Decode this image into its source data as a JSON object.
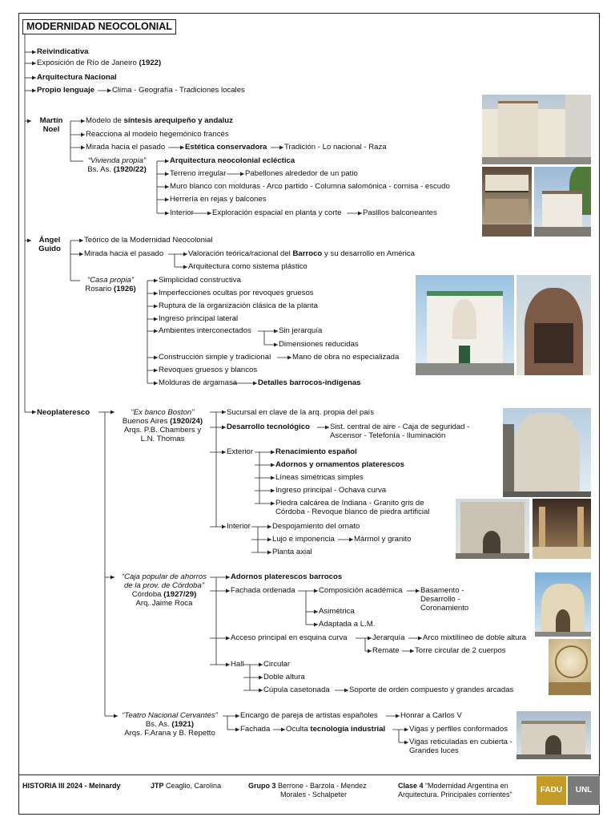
{
  "title": "MODERNIDAD NEOCOLONIAL",
  "intro": {
    "reivindicativa": "Reivindicativa",
    "expo": "Exposición de Río de Janeiro",
    "expo_year": "(1922)",
    "arq_nacional": "Arquitectura Nacional",
    "lenguaje": "Propio lenguaje",
    "lenguaje_items": "Clima - Geografía - Tradiciones locales"
  },
  "noel": {
    "name_1": "Martín",
    "name_2": "Noel",
    "modelo_pre": "Modelo de",
    "modelo_bold": "síntesis arequipeño y andaluz",
    "reacciona": "Reacciona al modelo hegemónico francés",
    "mirada": "Mirada hacia el pasado",
    "estetica": "Estética conservadora",
    "tradicion": "Tradición - Lo nacional - Raza",
    "vivienda": "“Vivienda propia”",
    "vivienda_place": "Bs. As.",
    "vivienda_year": "(1920/22)",
    "arq_eclectica": "Arquitectura neocolonial ecléctica",
    "terreno": "Terreno irregular",
    "pabellones": "Pabellones alrededor de un patio",
    "muro": "Muro blanco con molduras - Arco partido - Columna salomónica - cornisa - escudo",
    "herreria": "Herrería en rejas y balcones",
    "interior": "Interior",
    "exploracion": "Exploración espacial en planta y corte",
    "pasillos": "Pasillos balconeantes"
  },
  "guido": {
    "name_1": "Ángel",
    "name_2": "Guido",
    "teorico": "Teórico de la Modernidad Neocolonial",
    "mirada": "Mirada hacia el pasado",
    "valoracion_pre": "Valoración teórica/racional del",
    "valoracion_bold": "Barroco",
    "valoracion_post": "y su desarrollo en América",
    "sistema": "Arquitectura como sistema plástico",
    "casa": "“Casa propia”",
    "casa_place": "Rosario",
    "casa_year": "(1926)",
    "simplicidad": "Simplicidad constructiva",
    "imperfecciones": "Imperfecciones ocultas por revoques gruesos",
    "ruptura": "Ruptura de la organización clásica de la planta",
    "ingreso": "Ingreso principal lateral",
    "ambientes": "Ambientes interconectados",
    "sin_jerarquia": "Sin jerarquía",
    "dimensiones": "Dimensiones reducidas",
    "construccion": "Construcción simple y tradicional",
    "mano_obra": "Mano de obra no especializada",
    "revoques": "Revoques gruesos y blancos",
    "molduras": "Molduras de argamasa",
    "detalles": "Detalles barrocos-indígenas"
  },
  "neo": {
    "label": "Neoplateresco",
    "boston": {
      "name": "“Ex banco Boston”",
      "place": "Buenos Aires",
      "year": "(1920/24)",
      "arqs_1": "Arqs. P.B. Chambers y",
      "arqs_2": "L.N. Thomas",
      "sucursal": "Sucursal en clave de la arq. propia del país",
      "desarrollo": "Desarrollo tecnológico",
      "sist_1": "Sist. central de aire - Caja de seguridad -",
      "sist_2": "Ascensor - Telefonía - Iluminación",
      "exterior": "Exterior",
      "renacimiento": "Renacimiento español",
      "adornos": "Adornos y ornamentos platerescos",
      "lineas": "Líneas simétricas simples",
      "ingreso": "Ingreso principal - Ochava curva",
      "piedra_1": "Piedra calcárea de Indiana - Granito gris de",
      "piedra_2": "Córdoba - Revoque blanco de piedra artificial",
      "interior": "Interior",
      "despojamiento": "Despojamiento del ornato",
      "lujo": "Lujo e imponencia",
      "marmol": "Mármol y granito",
      "planta": "Planta axial"
    },
    "caja": {
      "name_1": "“Caja popular de ahorros",
      "name_2": "de la prov. de Córdoba”",
      "place": "Córdoba",
      "year": "(1927/29)",
      "arq": "Arq. Jaime Roca",
      "adornos": "Adornos platerescos barrocos",
      "fachada": "Fachada ordenada",
      "composicion": "Composición académica",
      "basamento_1": "Basamento -",
      "basamento_2": "Desarrollo -",
      "basamento_3": "Coronamiento",
      "asimetrica": "Asimétrica",
      "adaptada": "Adaptada a L.M.",
      "acceso": "Acceso principal en esquina curva",
      "jerarquia": "Jerarquía",
      "arco": "Arco mixtilíneo de doble altura",
      "remate": "Remate",
      "torre": "Torre circular de 2 cuerpos",
      "hall": "Hall",
      "circular": "Circular",
      "doble": "Doble altura",
      "cupula": "Cúpula casetonada",
      "soporte": "Soporte de orden compuesto y grandes arcadas"
    },
    "teatro": {
      "name": "“Teatro Nacional Cervantes”",
      "place": "Bs. As.",
      "year": "(1921)",
      "arqs": "Arqs. F.Arana y B. Repetto",
      "encargo": "Encargo de pareja de artistas españoles",
      "honrar": "Honrar a Carlos V",
      "fachada": "Fachada",
      "oculta_pre": "Oculta",
      "oculta_bold": "tecnología industrial",
      "vigas": "Vigas y perfiles conformados",
      "reticuladas_1": "Vigas reticuladas en cubierta -",
      "reticuladas_2": "Grandes luces"
    }
  },
  "footer": {
    "course": "HISTORIA III 2024 - Meinardy",
    "jtp_label": "JTP",
    "jtp_name": "Ceaglio, Carolina",
    "grupo_label": "Grupo 3",
    "grupo_1": "Berrone - Barzola - Mendez",
    "grupo_2": "Morales - Schalpeter",
    "clase_label": "Clase 4",
    "clase_1": "“Modernidad Argentina en",
    "clase_2": "Arquitectura. Principales corrientes”",
    "logo_fadu": "FADU",
    "logo_unl": "UNL"
  },
  "colors": {
    "line": "#222222",
    "fadu": "#c49a29",
    "unl": "#7a7a7a"
  }
}
